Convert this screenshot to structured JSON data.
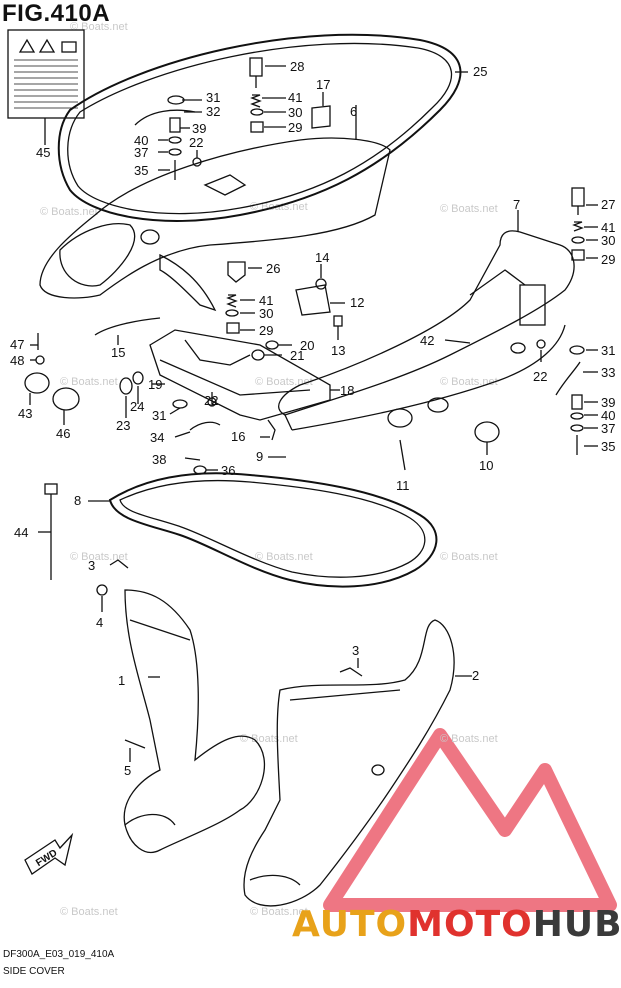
{
  "figure": {
    "title": "FIG.410A",
    "model_code": "DF300A_E03_019_410A",
    "caption": "SIDE COVER"
  },
  "watermark": {
    "text": "© Boats.net",
    "brand_auto": "AUTO",
    "brand_moto": "MOTO",
    "brand_hub": "HUB",
    "colors": {
      "auto": "#e8a21a",
      "moto": "#e0322e",
      "hub": "#3a3a3a",
      "logo": "#e8485a"
    }
  },
  "callouts": [
    "1",
    "2",
    "3",
    "3",
    "4",
    "5",
    "6",
    "7",
    "8",
    "9",
    "10",
    "11",
    "12",
    "13",
    "14",
    "15",
    "16",
    "17",
    "18",
    "19",
    "20",
    "21",
    "22",
    "22",
    "22",
    "23",
    "24",
    "25",
    "26",
    "27",
    "28",
    "29",
    "29",
    "29",
    "30",
    "30",
    "30",
    "31",
    "31",
    "31",
    "32",
    "33",
    "34",
    "35",
    "35",
    "36",
    "37",
    "37",
    "38",
    "39",
    "39",
    "40",
    "40",
    "41",
    "41",
    "41",
    "42",
    "43",
    "44",
    "45",
    "46",
    "47",
    "48"
  ],
  "fwd_label": "FWD"
}
